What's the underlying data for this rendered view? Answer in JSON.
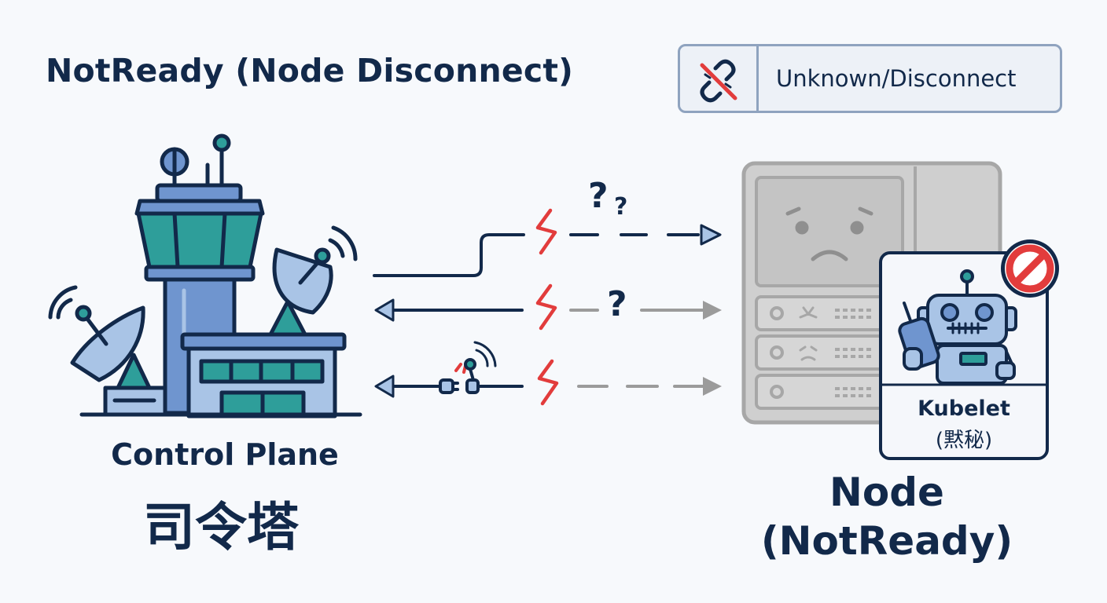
{
  "header": {
    "title": "NotReady (Node Disconnect)"
  },
  "status_badge": {
    "label": "Unknown/Disconnect",
    "icon": "broken-link-icon"
  },
  "control_plane": {
    "label": "Control Plane",
    "label_cjk": "司令塔"
  },
  "node": {
    "label": "Node",
    "status": "(NotReady)"
  },
  "kubelet": {
    "label": "Kubelet",
    "note": "(黙秘)"
  },
  "connections": {
    "question_1": "?",
    "question_2": "?",
    "question_3": "?"
  },
  "colors": {
    "ink": "#12294a",
    "teal": "#2e9e9a",
    "blue": "#6f95cf",
    "light_blue": "#a9c4e6",
    "gray": "#9b9b9b",
    "alert_red": "#e23c3c"
  }
}
